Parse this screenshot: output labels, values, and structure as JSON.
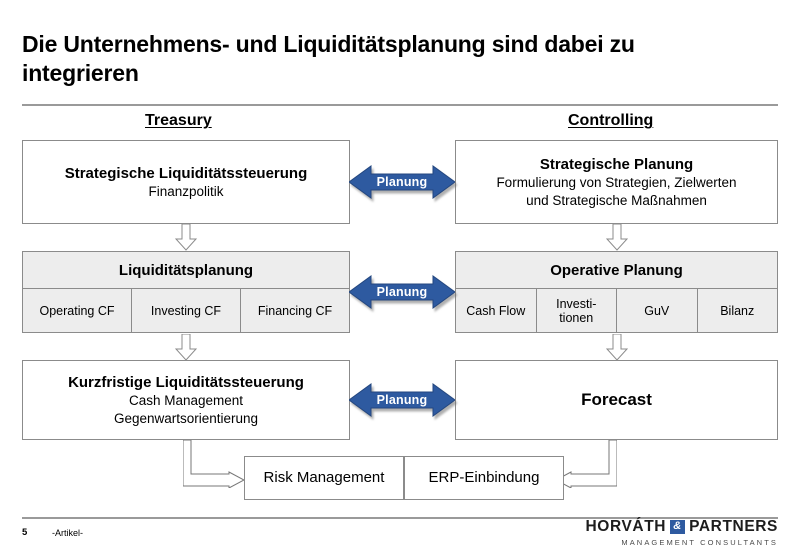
{
  "slide": {
    "title": "Die Unternehmens- und Liquiditätsplanung sind dabei zu integrieren",
    "columns": {
      "left": "Treasury",
      "right": "Controlling"
    },
    "accent_blue": "#2e5aa0",
    "band_grey": "#ededed",
    "border_grey": "#8b8b8b"
  },
  "boxes": {
    "strat_liq": {
      "headline": "Strategische Liquiditätssteuerung",
      "sub1": "Finanzpolitik"
    },
    "strat_plan": {
      "headline": "Strategische Planung",
      "sub1": "Formulierung von Strategien, Zielwerten",
      "sub2": "und Strategische Maßnahmen"
    },
    "liq_plan": {
      "headline": "Liquiditätsplanung",
      "cells": [
        "Operating CF",
        "Investing CF",
        "Financing CF"
      ]
    },
    "op_plan": {
      "headline": "Operative Planung",
      "cells": [
        "Cash Flow",
        "Investi-\ntionen",
        "GuV",
        "Bilanz"
      ]
    },
    "kurz_liq": {
      "headline": "Kurzfristige Liquiditätssteuerung",
      "sub1": "Cash Management",
      "sub2": "Gegenwartsorientierung"
    },
    "forecast": {
      "headline": "Forecast"
    },
    "risk": {
      "headline": "Risk Management"
    },
    "erp": {
      "headline": "ERP-Einbindung"
    }
  },
  "arrows": {
    "planung_top": "Planung",
    "planung_mid": "Planung",
    "planung_bottom": "Planung"
  },
  "footer": {
    "page": "5",
    "label": "-Artikel-",
    "logo_part1": "HORVÁTH",
    "logo_amp": "&",
    "logo_part2": "PARTNERS",
    "logo_sub": "MANAGEMENT CONSULTANTS"
  }
}
